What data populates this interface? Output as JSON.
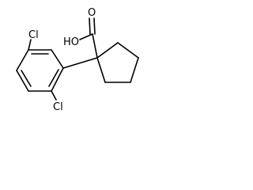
{
  "atoms": {
    "cl_top": "Cl",
    "cl_bottom": "Cl",
    "hydroxyl": "HO",
    "carbonyl_o": "O"
  },
  "colors": {
    "bond": "#000000",
    "label": "#000000",
    "background": "#ffffff"
  }
}
